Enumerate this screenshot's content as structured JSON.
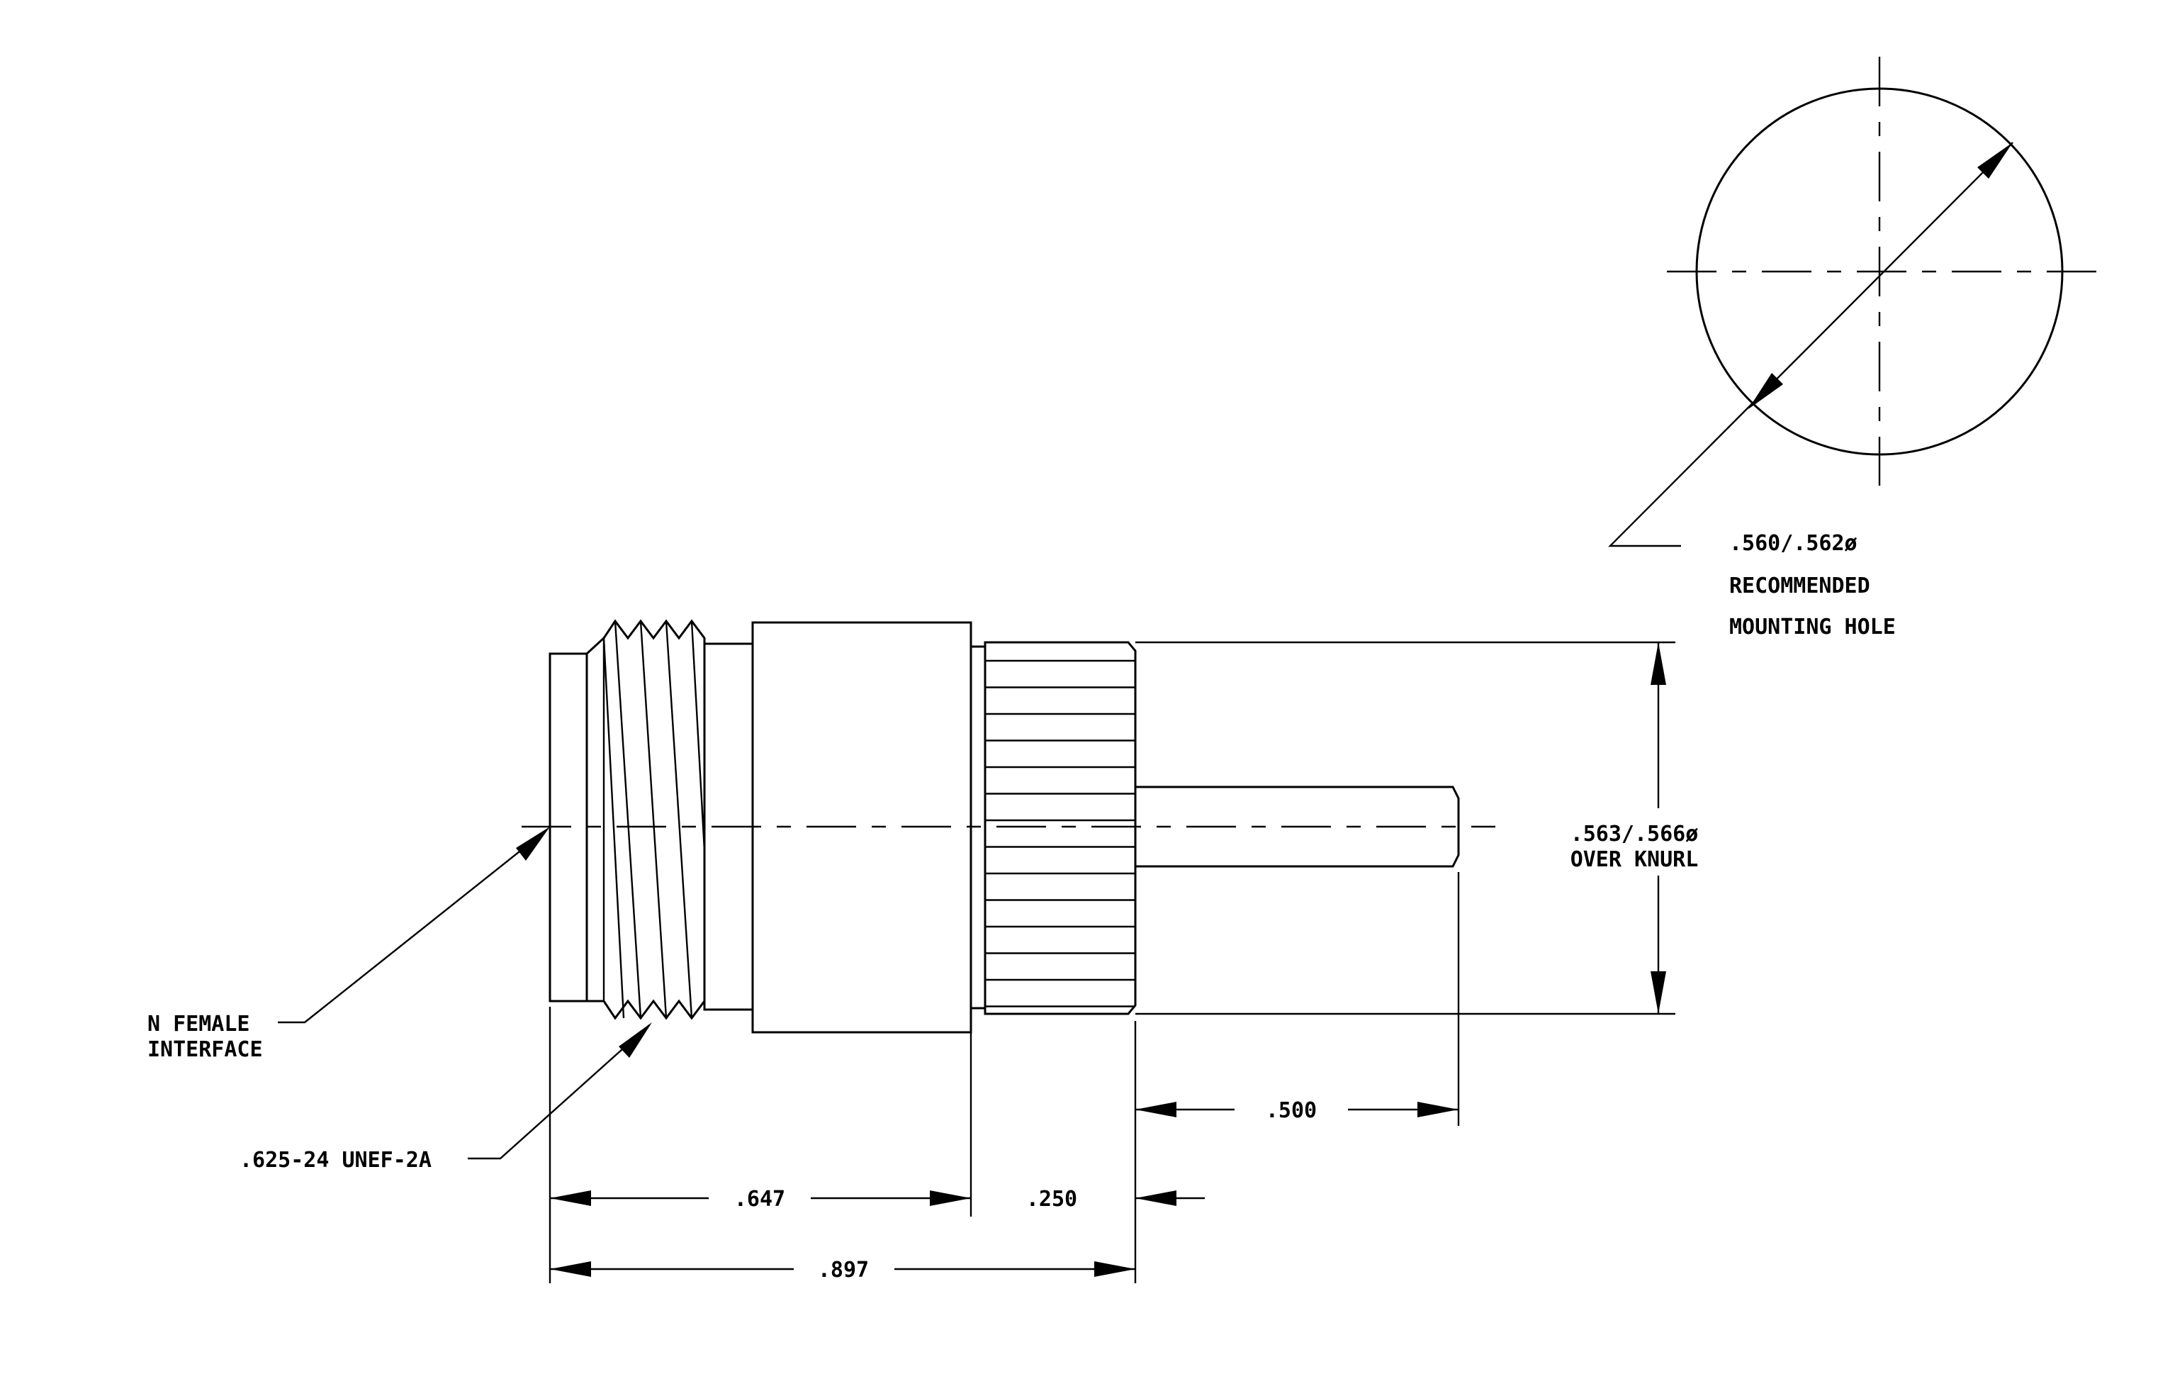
{
  "drawing": {
    "labels": {
      "interface": [
        "N FEMALE",
        "INTERFACE"
      ],
      "thread": ".625-24 UNEF-2A",
      "knurl_dia": [
        ".563/.566ø",
        "OVER KNURL"
      ],
      "mount_hole": [
        ".560/.562ø",
        "RECOMMENDED",
        "MOUNTING HOLE"
      ]
    },
    "dimensions": {
      "pin_length": ".500",
      "body_length": ".647",
      "knurl_length": ".250",
      "overall_length": ".897"
    }
  }
}
